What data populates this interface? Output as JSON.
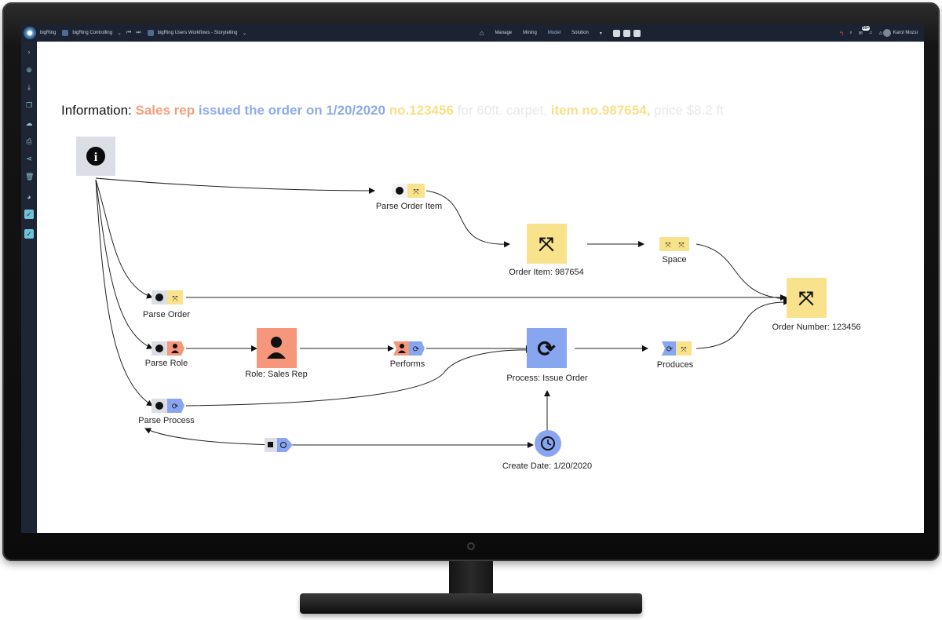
{
  "topbar": {
    "app_name": "bigRing",
    "workspace": "bigRing Controlling",
    "document": "bigRing Users Workflows - Storytelling",
    "nav": [
      "Manage",
      "Mining",
      "Model",
      "Solution"
    ],
    "notification_count": "99+",
    "user": "Karol Mozsi"
  },
  "information": {
    "label": "Information:",
    "role": "Sales rep",
    "process": "issued the order on",
    "date": "1/20/2020",
    "order_no": "no.123456",
    "rest1": "for 60ft. carpet,",
    "item_no": "item no.987654,",
    "price": "price $8.2 ft"
  },
  "nodes": {
    "parse_order_item": "Parse Order Item",
    "order_item": "Order Item: 987654",
    "space": "Space",
    "order_number": "Order Number: 123456",
    "parse_order": "Parse Order",
    "parse_role": "Parse Role",
    "role_sales_rep": "Role: Sales Rep",
    "performs": "Performs",
    "process_issue_order": "Process: Issue Order",
    "produces": "Produces",
    "parse_process": "Parse Process",
    "create_date": "Create Date: 1/20/2020"
  },
  "colors": {
    "info_node": "#dcdee6",
    "item": "#f9e28c",
    "role": "#f6967a",
    "process": "#88a6f0",
    "topbar": "#1b2332"
  }
}
